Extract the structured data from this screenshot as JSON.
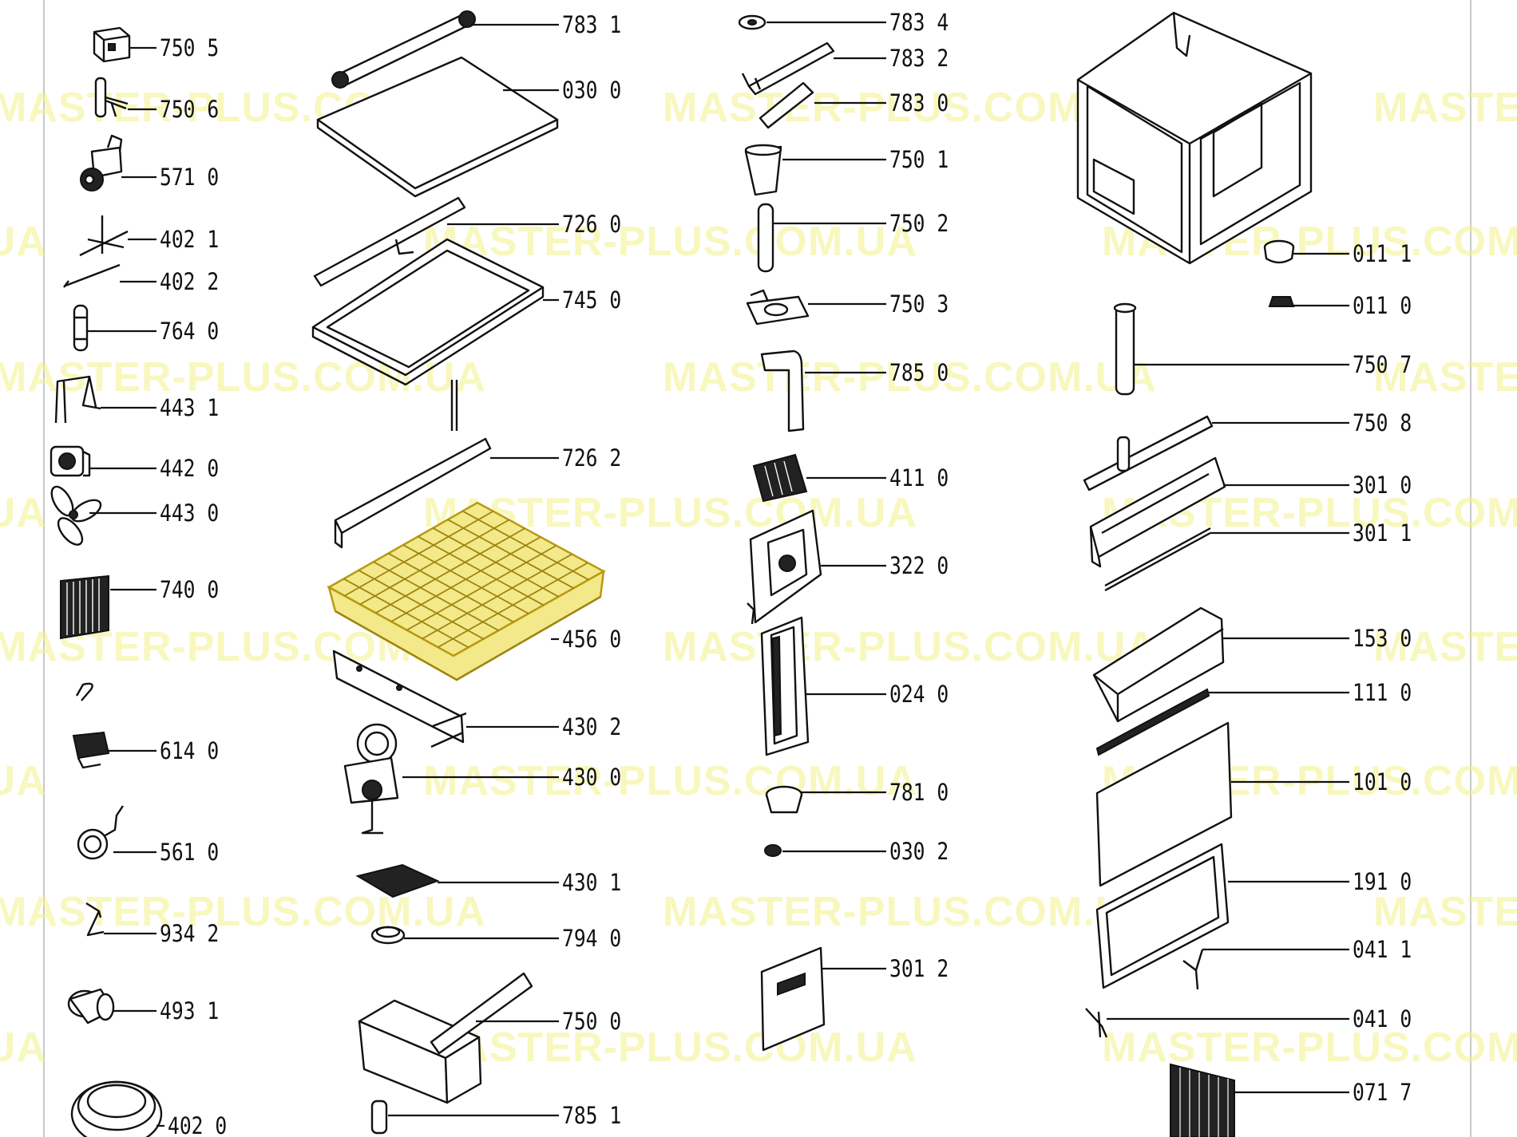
{
  "watermark": "MASTER-PLUS.COM.UA",
  "highlight_color": "#f3e98a",
  "parts": [
    {
      "code": "750 5",
      "icon": "small-block-icon"
    },
    {
      "code": "750 6",
      "icon": "tee-fitting-icon"
    },
    {
      "code": "571 0",
      "icon": "valve-icon"
    },
    {
      "code": "402 1",
      "icon": "cross-fitting-icon"
    },
    {
      "code": "402 2",
      "icon": "wire-clip-icon"
    },
    {
      "code": "764 0",
      "icon": "pin-icon"
    },
    {
      "code": "443 1",
      "icon": "bracket-icon"
    },
    {
      "code": "442 0",
      "icon": "fan-motor-icon"
    },
    {
      "code": "443 0",
      "icon": "fan-blade-icon"
    },
    {
      "code": "740 0",
      "icon": "condenser-icon"
    },
    {
      "code": "614 0",
      "icon": "connector-icon"
    },
    {
      "code": "561 0",
      "icon": "sensor-icon"
    },
    {
      "code": "934 2",
      "icon": "clip-icon"
    },
    {
      "code": "493 1",
      "icon": "cup-icon"
    },
    {
      "code": "402 0",
      "icon": "motor-cover-icon"
    },
    {
      "code": "783 1",
      "icon": "tube-icon"
    },
    {
      "code": "030 0",
      "icon": "panel-icon"
    },
    {
      "code": "726 0",
      "icon": "rod-icon"
    },
    {
      "code": "745 0",
      "icon": "tray-frame-icon"
    },
    {
      "code": "726 2",
      "icon": "rail-icon"
    },
    {
      "code": "456 0",
      "icon": "ice-tray-icon",
      "highlighted": true
    },
    {
      "code": "430 2",
      "icon": "mount-plate-icon"
    },
    {
      "code": "430 0",
      "icon": "gear-motor-icon"
    },
    {
      "code": "430 1",
      "icon": "motor-base-icon"
    },
    {
      "code": "794 0",
      "icon": "ring-icon"
    },
    {
      "code": "750 0",
      "icon": "water-box-icon"
    },
    {
      "code": "785 1",
      "icon": "short-pipe-icon"
    },
    {
      "code": "783 4",
      "icon": "washer-icon"
    },
    {
      "code": "783 2",
      "icon": "hose-icon"
    },
    {
      "code": "783 0",
      "icon": "pipe-icon"
    },
    {
      "code": "750 1",
      "icon": "funnel-icon"
    },
    {
      "code": "750 2",
      "icon": "straight-tube-icon"
    },
    {
      "code": "750 3",
      "icon": "flange-icon"
    },
    {
      "code": "785 0",
      "icon": "elbow-pipe-icon"
    },
    {
      "code": "411 0",
      "icon": "solenoid-icon"
    },
    {
      "code": "322 0",
      "icon": "housing-icon"
    },
    {
      "code": "024 0",
      "icon": "channel-icon"
    },
    {
      "code": "781 0",
      "icon": "knob-icon"
    },
    {
      "code": "030 2",
      "icon": "nut-icon"
    },
    {
      "code": "301 2",
      "icon": "control-panel-icon"
    },
    {
      "code": "011 1",
      "icon": "foot-icon"
    },
    {
      "code": "011 0",
      "icon": "small-foot-icon"
    },
    {
      "code": "750 7",
      "icon": "vertical-pipe-icon"
    },
    {
      "code": "750 8",
      "icon": "spray-arm-icon"
    },
    {
      "code": "301 0",
      "icon": "top-trim-icon"
    },
    {
      "code": "301 1",
      "icon": "strip-icon"
    },
    {
      "code": "153 0",
      "icon": "handle-icon"
    },
    {
      "code": "111 0",
      "icon": "gasket-strip-icon"
    },
    {
      "code": "101 0",
      "icon": "door-panel-icon"
    },
    {
      "code": "191 0",
      "icon": "door-gasket-icon"
    },
    {
      "code": "041 1",
      "icon": "hinge-upper-icon"
    },
    {
      "code": "041 0",
      "icon": "hinge-lower-icon"
    },
    {
      "code": "071 7",
      "icon": "grille-icon"
    }
  ]
}
